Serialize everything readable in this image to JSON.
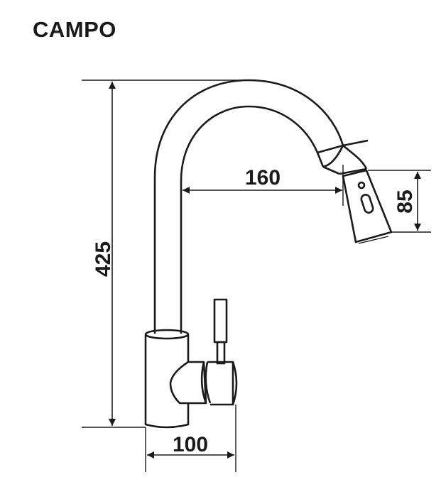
{
  "title": "CAMPO",
  "dimensions": {
    "height": "425",
    "reach": "160",
    "spray_head": "85",
    "base": "100"
  }
}
